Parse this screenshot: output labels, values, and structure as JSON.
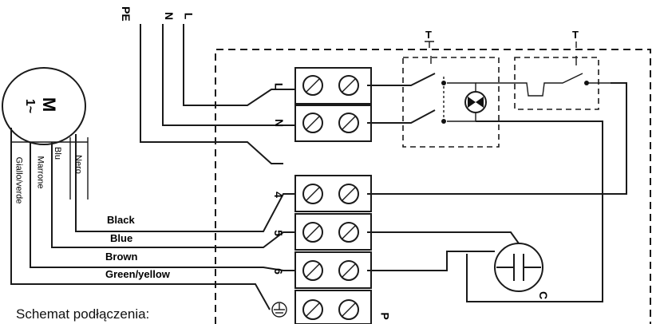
{
  "supply_labels": {
    "pe": "PE",
    "n": "N",
    "l": "L"
  },
  "terminal_labels": {
    "l": "L",
    "n": "N",
    "t4": "4",
    "t5": "5",
    "t6": "6",
    "p": "P"
  },
  "motor": {
    "letter": "M",
    "symbol": "1~",
    "wires_it": [
      "Nero",
      "Blu",
      "Marrone",
      "Giallo/verde"
    ]
  },
  "wire_colors_en": [
    "Black",
    "Blue",
    "Brown",
    "Green/yellow"
  ],
  "thermostat_marks": [
    "T",
    "T"
  ],
  "capacitor_label": "C",
  "title": "Schemat podłączenia:"
}
